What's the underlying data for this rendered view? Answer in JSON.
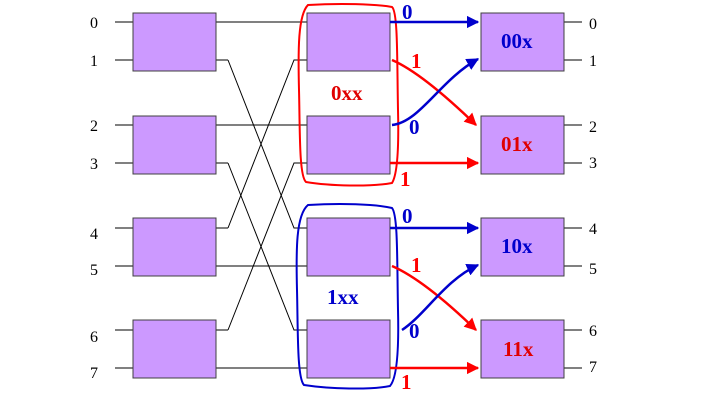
{
  "colors": {
    "box_fill": "#cc99ff",
    "box_stroke": "#404040",
    "wire": "#000000",
    "blue": "#0000cc",
    "red": "#ff0000",
    "red_label": "#e00000"
  },
  "input_ports": [
    "0",
    "1",
    "2",
    "3",
    "4",
    "5",
    "6",
    "7"
  ],
  "output_ports": [
    "0",
    "1",
    "2",
    "3",
    "4",
    "5",
    "6",
    "7"
  ],
  "groups": [
    {
      "label": "0xx",
      "color": "red"
    },
    {
      "label": "1xx",
      "color": "blue"
    }
  ],
  "output_boxes": [
    {
      "label": "00x",
      "color": "blue"
    },
    {
      "label": "01x",
      "color": "red"
    },
    {
      "label": "10x",
      "color": "blue"
    },
    {
      "label": "11x",
      "color": "red"
    }
  ],
  "bit_labels": {
    "zero": "0",
    "one": "1"
  }
}
